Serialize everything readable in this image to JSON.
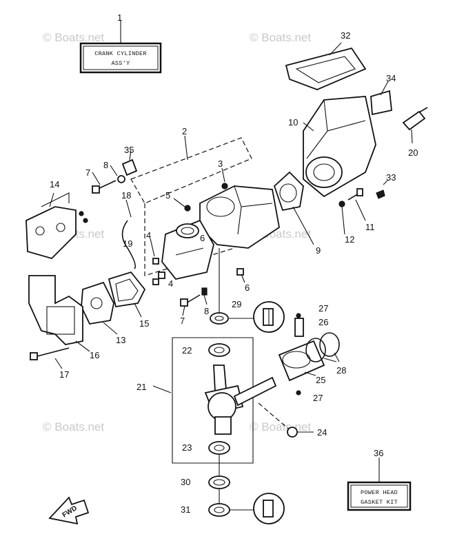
{
  "watermark": "© Boats.net",
  "labels": {
    "crank_cylinder_line1": "CRANK CYLINDER",
    "crank_cylinder_line2": "ASS'Y",
    "gasket_kit_line1": "POWER HEAD",
    "gasket_kit_line2": "GASKET KIT",
    "fwd": "FWD"
  },
  "callouts": {
    "c1": "1",
    "c2": "2",
    "c3": "3",
    "c4a": "4",
    "c4b": "4",
    "c5": "5",
    "c6a": "6",
    "c6b": "6",
    "c7a": "7",
    "c7b": "7",
    "c8a": "8",
    "c8b": "8",
    "c9": "9",
    "c10": "10",
    "c11": "11",
    "c12": "12",
    "c13": "13",
    "c14": "14",
    "c15": "15",
    "c16": "16",
    "c17": "17",
    "c18": "18",
    "c19": "19",
    "c20": "20",
    "c21": "21",
    "c22": "22",
    "c23": "23",
    "c24": "24",
    "c25": "25",
    "c26": "26",
    "c27a": "27",
    "c27b": "27",
    "c28": "28",
    "c29": "29",
    "c30": "30",
    "c31": "31",
    "c32": "32",
    "c33": "33",
    "c34": "34",
    "c35": "35",
    "c36": "36"
  }
}
